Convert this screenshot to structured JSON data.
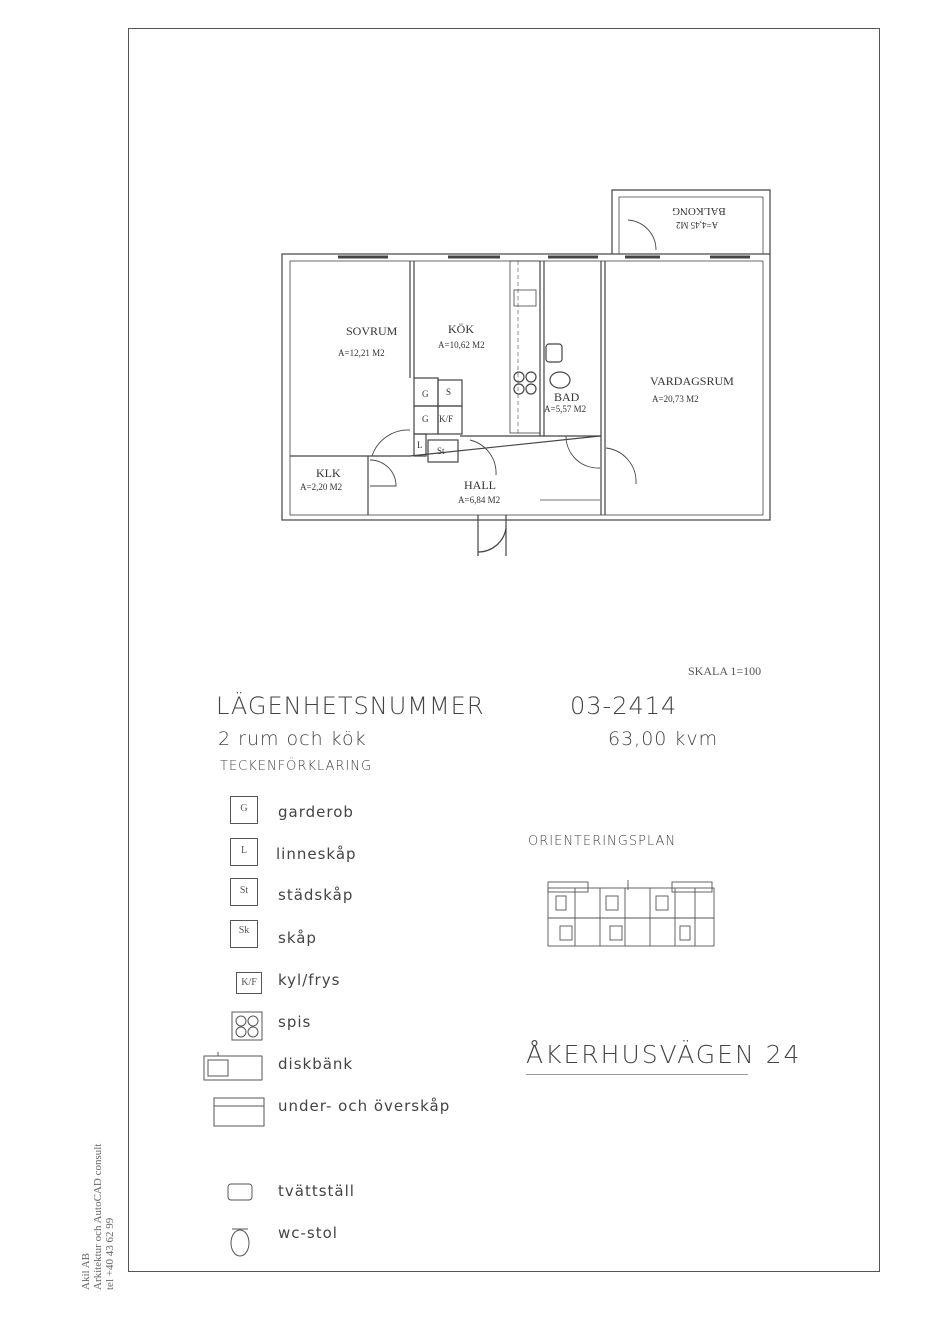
{
  "plan": {
    "rooms": [
      {
        "name": "SOVRUM",
        "area": "A=12,21 M2"
      },
      {
        "name": "KÖK",
        "area": "A=10,62 M2"
      },
      {
        "name": "BAD",
        "area": "A=5,57 M2"
      },
      {
        "name": "VARDAGSRUM",
        "area": "A=20,73 M2"
      },
      {
        "name": "KLK",
        "area": "A=2,20 M2"
      },
      {
        "name": "HALL",
        "area": "A=6,84 M2"
      },
      {
        "name": "BALKONG",
        "area": "A=4,45 M2"
      }
    ],
    "cabinet_marks": [
      "G",
      "G",
      "S",
      "K/F",
      "L",
      "St"
    ]
  },
  "scale": "SKALA 1=100",
  "apartment": {
    "number_label": "LÄGENHETSNUMMER",
    "number": "03-2414",
    "rooms": "2 rum och kök",
    "size": "63,00 kvm"
  },
  "legend": {
    "title": "TECKENFÖRKLARING",
    "items": [
      {
        "symbol": "G",
        "label": "garderob"
      },
      {
        "symbol": "L",
        "label": "linneskåp"
      },
      {
        "symbol": "St",
        "label": "städskåp"
      },
      {
        "symbol": "Sk",
        "label": "skåp"
      },
      {
        "symbol": "K/F",
        "label": "kyl/frys"
      },
      {
        "symbol": "",
        "label": "spis"
      },
      {
        "symbol": "",
        "label": "diskbänk"
      },
      {
        "symbol": "",
        "label": "under- och överskåp"
      },
      {
        "symbol": "",
        "label": "tvättställ"
      },
      {
        "symbol": "",
        "label": "wc-stol"
      }
    ]
  },
  "orientation": {
    "title": "ORIENTERINGSPLAN"
  },
  "address": "ÅKERHUSVÄGEN 24",
  "sidebar": {
    "line1": "Akil AB",
    "line2": "Arkitektur och AutoCAD consult",
    "line3": "tel +40 43 62 99"
  }
}
